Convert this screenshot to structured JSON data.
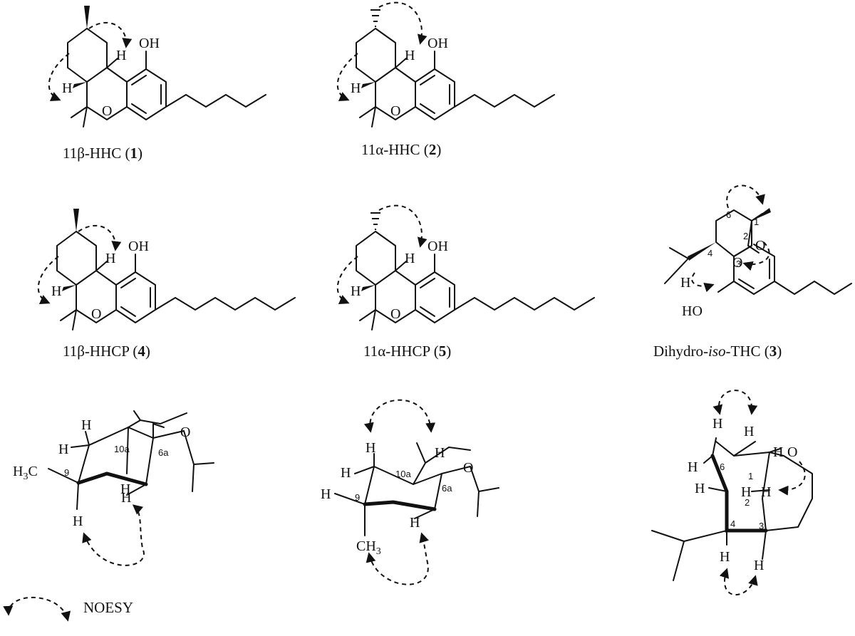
{
  "compounds": [
    {
      "prefix": "11β-HHC (",
      "number": "1",
      "suffix": ")"
    },
    {
      "prefix": "11α-HHC (",
      "number": "2",
      "suffix": ")"
    },
    {
      "prefix": "11β-HHCP (",
      "number": "4",
      "suffix": ")"
    },
    {
      "prefix": "11α-HHCP (",
      "number": "5",
      "suffix": ")"
    },
    {
      "prefix": "Dihydro-",
      "italic": "iso",
      "middle": "-THC (",
      "number": "3",
      "suffix": ")"
    }
  ],
  "atoms": {
    "oh": "OH",
    "ho": "HO",
    "o": "O",
    "h": "H",
    "h3c": "H",
    "h3c_sub": "3",
    "h3c_c": "C",
    "ch": "CH",
    "ch_sub": "3"
  },
  "locants": {
    "c9": "9",
    "c10a": "10a",
    "c6a": "6a",
    "c1": "1",
    "c2": "2",
    "c3": "3",
    "c4": "4",
    "c6": "6"
  },
  "legend": {
    "label": "NOESY"
  }
}
